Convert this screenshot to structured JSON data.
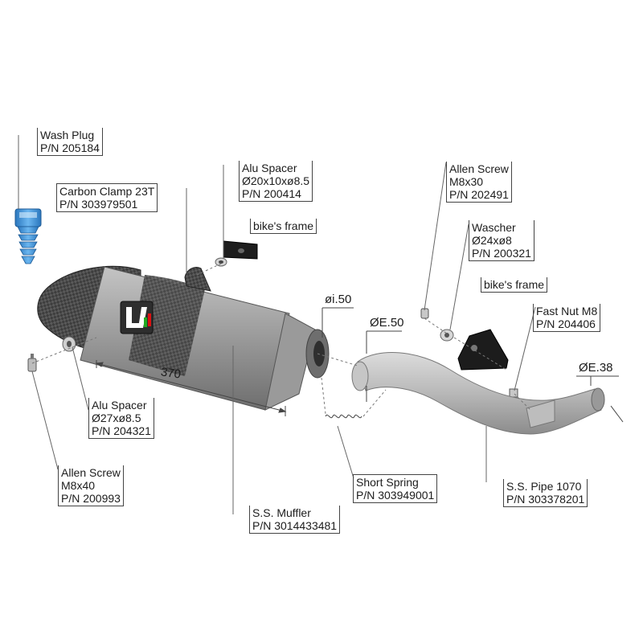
{
  "parts": {
    "wash_plug": {
      "name": "Wash Plug",
      "pn": "P/N 205184"
    },
    "carbon_clamp": {
      "name": "Carbon Clamp 23T",
      "pn": "P/N 303979501"
    },
    "alu_spacer_top": {
      "name": "Alu Spacer",
      "spec": "Ø20x10xø8.5",
      "pn": "P/N 200414"
    },
    "bikes_frame_left": {
      "name": "bike's frame"
    },
    "allen_screw_top": {
      "name": "Allen Screw",
      "spec": "M8x30",
      "pn": "P/N 202491"
    },
    "wascher": {
      "name": "Wascher",
      "spec": "Ø24xø8",
      "pn": "P/N 200321"
    },
    "bikes_frame_right": {
      "name": "bike's frame"
    },
    "fast_nut": {
      "name": "Fast Nut M8",
      "pn": "P/N 204406"
    },
    "alu_spacer_bottom": {
      "name": "Alu Spacer",
      "spec": "Ø27xø8.5",
      "pn": "P/N 204321"
    },
    "allen_screw_bottom": {
      "name": "Allen Screw",
      "spec": "M8x40",
      "pn": "P/N 200993"
    },
    "ss_muffler": {
      "name": "S.S. Muffler",
      "pn": "P/N 3014433481"
    },
    "short_spring": {
      "name": "Short Spring",
      "pn": "P/N 303949001"
    },
    "ss_pipe": {
      "name": "S.S. Pipe 1070",
      "pn": "P/N 303378201"
    }
  },
  "dimensions": {
    "muffler_length": "370",
    "inner_diameter": "øi.50",
    "outer_diameter_50": "ØE.50",
    "outer_diameter_38": "ØE.38"
  },
  "brand_logo": "LV",
  "colors": {
    "line": "#444444",
    "metal": "#a9a9a9",
    "carbon": "#3a3a3a",
    "wash_plug": "#3a8fd6"
  }
}
